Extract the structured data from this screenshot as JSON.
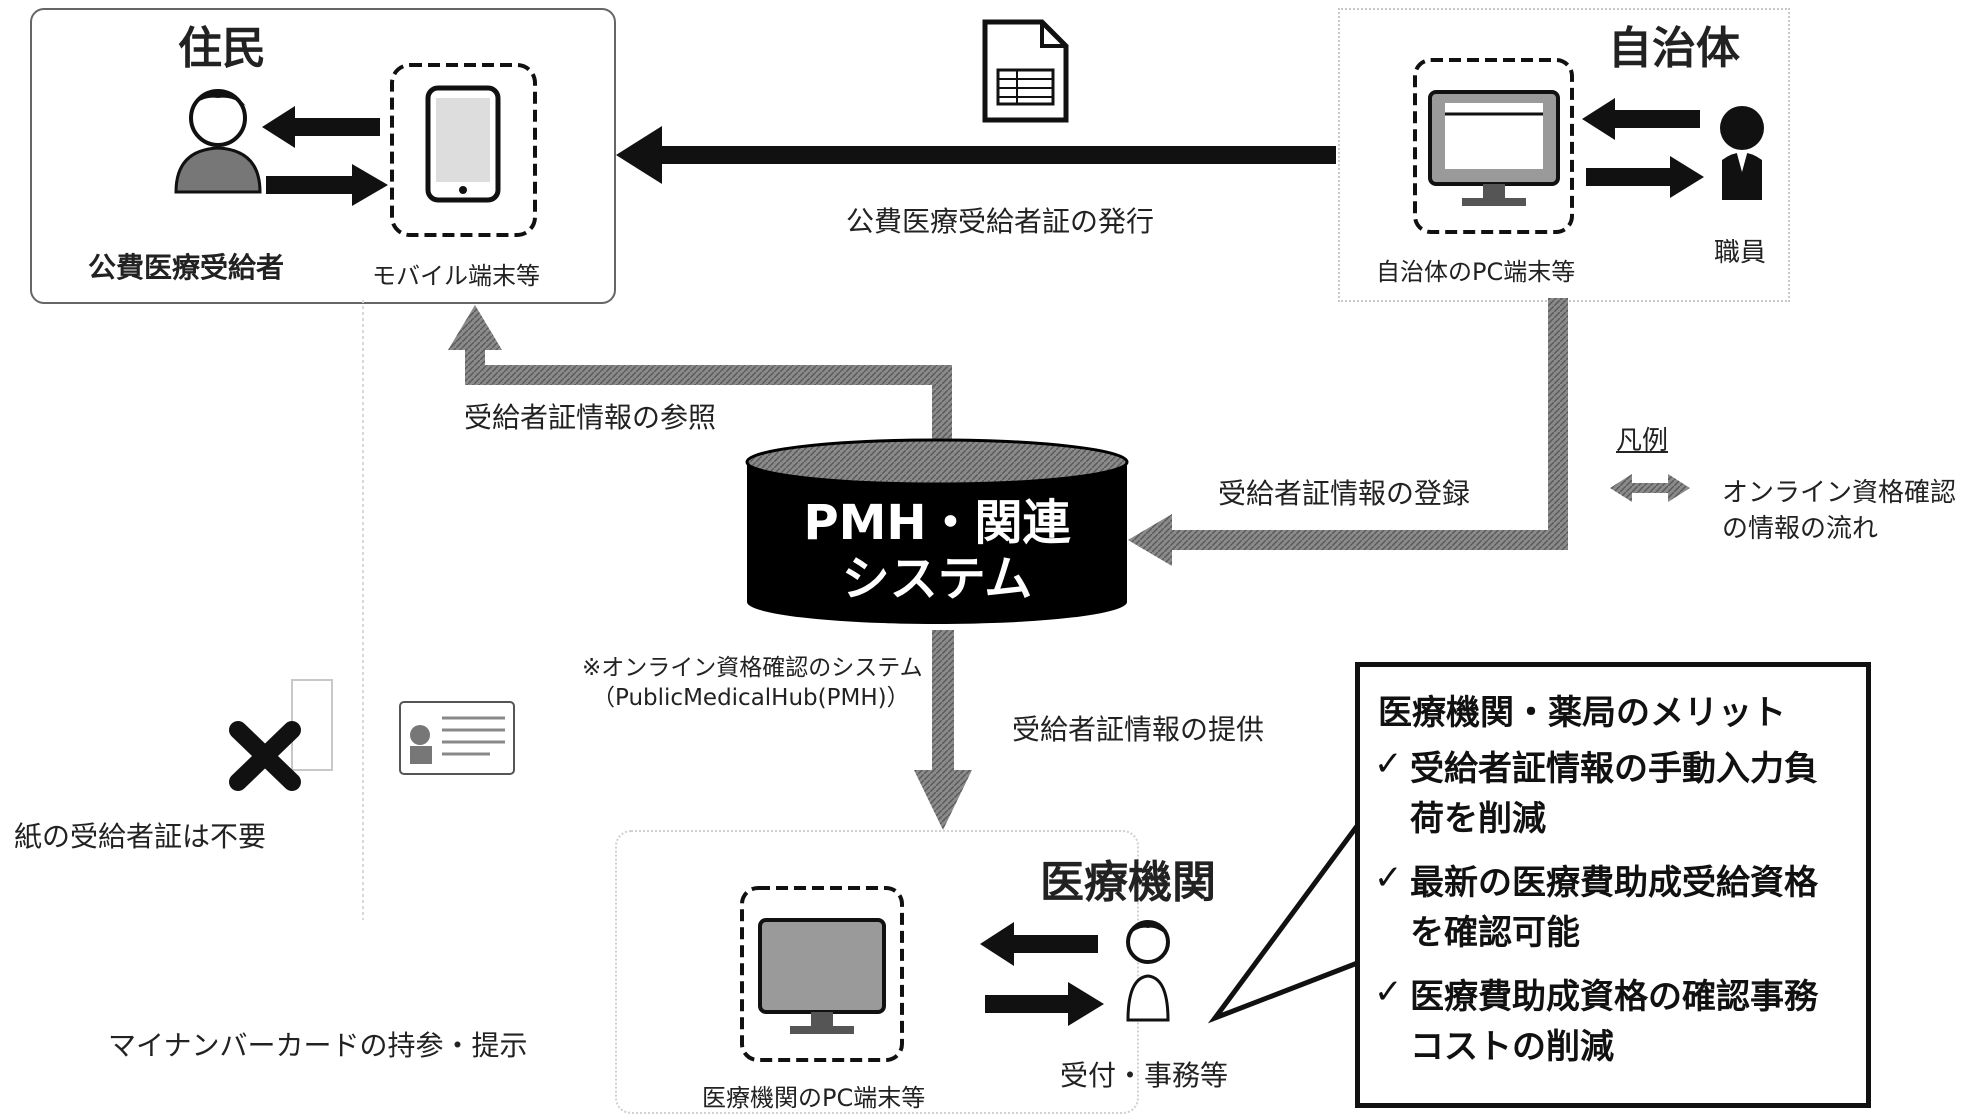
{
  "resident": {
    "title": "住民",
    "person_label": "公費医療受給者",
    "device_label": "モバイル端末等"
  },
  "municipality": {
    "title": "自治体",
    "device_label": "自治体のPC端末等",
    "staff_label": "職員"
  },
  "flows": {
    "issue": "公費医療受給者証の発行",
    "reference": "受給者証情報の参照",
    "register": "受給者証情報の登録",
    "provide": "受給者証情報の提供"
  },
  "pmh": {
    "line1": "PMH・関連",
    "line2": "システム",
    "note_line1": "※オンライン資格確認のシステム",
    "note_line2": "（PublicMedicalHub(PMH)）"
  },
  "legend": {
    "title": "凡例",
    "text_line1": "オンライン資格確認",
    "text_line2": "の情報の流れ"
  },
  "paper": {
    "label": "紙の受給者証は不要"
  },
  "mynumber": {
    "label": "マイナンバーカードの持参・提示"
  },
  "clinic": {
    "title": "医療機関",
    "device_label": "医療機関のPC端末等",
    "staff_label": "受付・事務等"
  },
  "merits": {
    "title": "医療機関・薬局のメリット",
    "check": "✓",
    "items": [
      {
        "line1": "受給者証情報の手動入力負",
        "line2": "荷を削減"
      },
      {
        "line1": "最新の医療費助成受給資格",
        "line2": "を確認可能"
      },
      {
        "line1": "医療費助成資格の確認事務",
        "line2": "コストの削減"
      }
    ]
  }
}
